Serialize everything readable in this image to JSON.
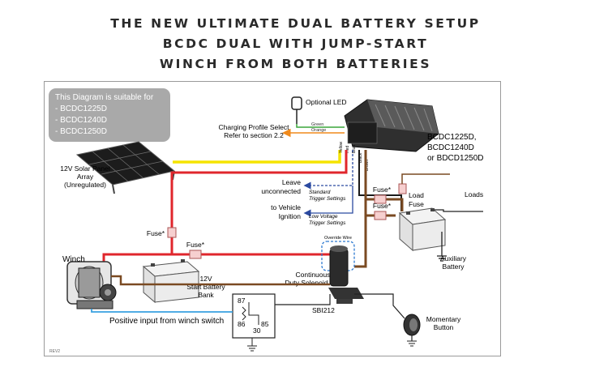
{
  "title": {
    "line1": "THE NEW ULTIMATE DUAL BATTERY SETUP",
    "line2": "BCDC DUAL WITH JUMP-START",
    "line3": "WINCH FROM BOTH BATTERIES"
  },
  "suitable_box": {
    "heading": "This Diagram is suitable for",
    "items": [
      "- BCDC1225D",
      "- BCDC1240D",
      "- BCDC1250D"
    ]
  },
  "labels": {
    "optional_led": "Optional LED",
    "green": "Green",
    "orange": "Orange",
    "charging_profile_1": "Charging Profile Select",
    "charging_profile_2": "Refer to section 2.2",
    "models_1": "BCDC1225D,",
    "models_2": "BCDC1240D",
    "models_3": "or BDCD1250D",
    "solar_1": "12V Solar Panel",
    "solar_2": "Array",
    "solar_3": "(Unregulated)",
    "yellow": "Yellow",
    "red": "Red",
    "blue": "Blue",
    "black": "Black",
    "brown": "Brown",
    "leave_1": "Leave",
    "leave_2": "unconnected",
    "standard_1": "Standard",
    "standard_2": "Trigger Settings",
    "vehicle_1": "to Vehicle",
    "vehicle_2": "Ignition",
    "low_1": "Low Voltage",
    "low_2": "Trigger Settings",
    "fuse_star": "Fuse*",
    "load_1": "Load",
    "load_2": "Fuse",
    "loads": "Loads",
    "aux_1": "Auxiliary",
    "aux_2": "Battery",
    "override": "Override Wire",
    "winch": "Winch",
    "start_1": "12V",
    "start_2": "Start Battery",
    "start_3": "Bank",
    "solenoid_1": "Continuous",
    "solenoid_2": "Duty Solenoid",
    "sbi": "SBI212",
    "relay_87": "87",
    "relay_86": "86",
    "relay_30": "30",
    "relay_85": "85",
    "positive_input": "Positive input from winch switch",
    "momentary_1": "Momentary",
    "momentary_2": "Button",
    "rev": "REV2"
  },
  "colors": {
    "yellow_wire": "#f5e400",
    "red_wire": "#e0262c",
    "brown_wire": "#7a4a22",
    "blue_wire": "#39a0e0",
    "dark_blue_wire": "#2b4aa0",
    "green_wire": "#3aa63a",
    "orange_wire": "#f08a1c",
    "info_box": "#a9a9a9"
  }
}
